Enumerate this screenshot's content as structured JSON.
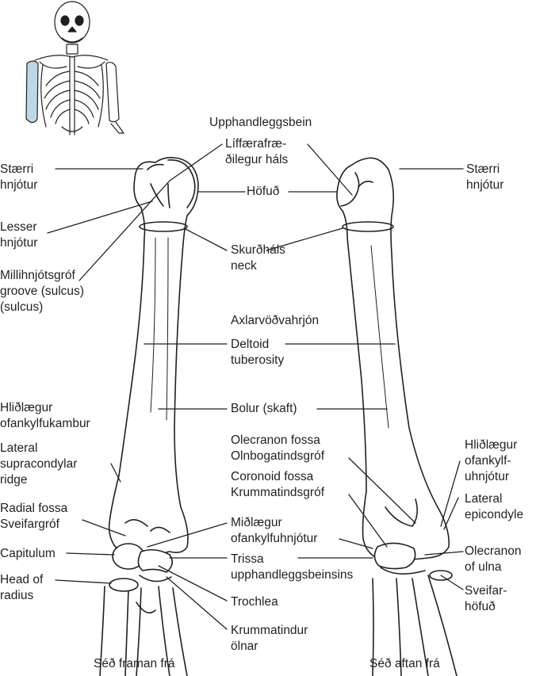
{
  "title": "Upphandleggsbein",
  "views": {
    "front": "Séð framan frá",
    "back": "Séð aftan frá"
  },
  "labels": {
    "greater_tubercle_l1": "Stærri",
    "greater_tubercle_l2": "hnjótur",
    "lesser_tubercle_l1": "Lesser",
    "lesser_tubercle_l2": "hnjótur",
    "groove_l1": "Millihnjótsgróf",
    "groove_l2": "groove (sulcus)",
    "groove_l3": "(sulcus)",
    "anatomical_neck_l1": "Líffærafræ-",
    "anatomical_neck_l2": "ðilegur háls",
    "head": "Höfuð",
    "surgical_neck_l1": "Skurðháls",
    "surgical_neck_l2": "neck",
    "radial_groove": "Axlarvöðvahrjón",
    "deltoid_l1": "Deltoid",
    "deltoid_l2": "tuberosity",
    "lat_ridge_is_l1": "Hliðlægur",
    "lat_ridge_is_l2": "ofankylfukambur",
    "shaft": "Bolur (skaft)",
    "lat_ridge_l1": "Lateral",
    "lat_ridge_l2": "supracondylar",
    "lat_ridge_l3": "ridge",
    "olecranon_fossa_l1": "Olecranon fossa",
    "olecranon_fossa_l2": "Olnbogatindsgróf",
    "coronoid_fossa_l1": "Coronoid fossa",
    "coronoid_fossa_l2": "Krummatindsgróf",
    "radial_fossa_l1": "Radial fossa",
    "radial_fossa_l2": "Sveifargróf",
    "medial_epi_l1": "Miðlægur",
    "medial_epi_l2": "ofankylfuhnjótur",
    "capitulum": "Capitulum",
    "trochlea_is_l1": "Trissa",
    "trochlea_is_l2": "upphandleggsbeinsins",
    "head_radius_l1": "Head of",
    "head_radius_l2": "radius",
    "trochlea": "Trochlea",
    "coronoid_process_l1": "Krummatindur",
    "coronoid_process_l2": "ölnar",
    "lat_epi_is_l1": "Hliðlægur",
    "lat_epi_is_l2": "ofankylf-",
    "lat_epi_is_l3": "uhnjótur",
    "lat_epi_l1": "Lateral",
    "lat_epi_l2": "epicondyle",
    "olecranon_ulna_l1": "Olecranon",
    "olecranon_ulna_l2": "of ulna",
    "radius_head_back_l1": "Sveifar-",
    "radius_head_back_l2": "höfuð"
  },
  "colors": {
    "ink": "#231f20",
    "highlight": "#bcd8e8",
    "bone": "#ffffff"
  }
}
